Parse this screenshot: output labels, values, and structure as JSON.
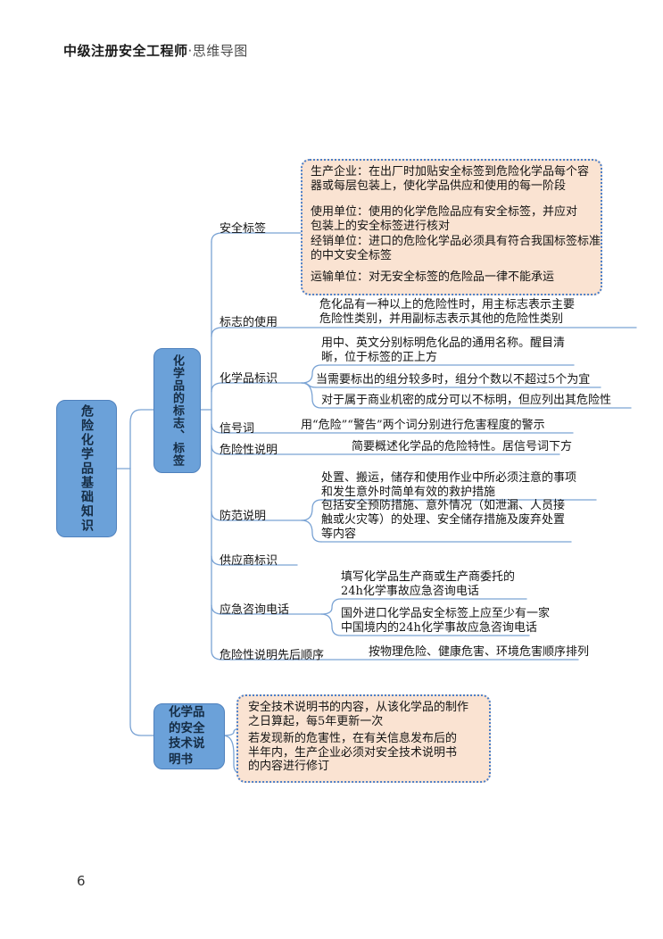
{
  "header": {
    "bold": "中级注册安全工程师",
    "rest": "·思维导图"
  },
  "page_number": "6",
  "root": {
    "label": "危险化学品基础知识"
  },
  "branches": [
    {
      "label": "化学品的标志、标签",
      "children": [
        {
          "label": "安全标签",
          "items": [
            "生产企业：在出厂时加贴安全标签到危险化学品每个容器或每层包装上，使化学品供应和使用的每一阶段",
            "使用单位：使用的化学危险品应有安全标签，并应对包装上的安全标签进行核对",
            "经销单位：进口的危险化学品必须具有符合我国标签标准的中文安全标签",
            "运输单位：对无安全标签的危险品一律不能承运"
          ]
        },
        {
          "label": "标志的使用",
          "items": [
            "危化品有一种以上的危险性时，用主标志表示主要危险性类别，并用副标志表示其他的危险性类别"
          ]
        },
        {
          "label": "化学品标识",
          "items": [
            "用中、英文分别标明危化品的通用名称。醒目清晰，位于标签的正上方",
            "当需要标出的组分较多时，组分个数以不超过5个为宜",
            "对于属于商业机密的成分可以不标明，但应列出其危险性"
          ]
        },
        {
          "label": "信号词",
          "items": [
            "用“危险”“警告”两个词分别进行危害程度的警示"
          ]
        },
        {
          "label": "危险性说明",
          "items": [
            "简要概述化学品的危险特性。居信号词下方"
          ]
        },
        {
          "label": "防范说明",
          "items": [
            "处置、搬运，储存和使用作业中所必须注意的事项和发生意外时简单有效的救护措施",
            "包括安全预防措施、意外情况（如泄漏、人员接触或火灾等）的处理、安全储存措施及废弃处置等内容"
          ]
        },
        {
          "label": "供应商标识",
          "items": []
        },
        {
          "label": "应急咨询电话",
          "items": [
            "填写化学品生产商或生产商委托的24h化学事故应急咨询电话",
            "国外进口化学品安全标签上应至少有一家中国境内的24h化学事故应急咨询电话"
          ]
        },
        {
          "label": "危险性说明先后顺序",
          "items": [
            "按物理危险、健康危害、环境危害顺序排列"
          ]
        }
      ]
    },
    {
      "label": "化学品的安全技术说明书",
      "items": [
        "安全技术说明书的内容，从该化学品的制作之日算起，每5年更新一次",
        "若发现新的危害性，在有关信息发布后的半年内，生产企业必须对安全技术说明书的内容进行修订"
      ]
    }
  ],
  "colors": {
    "node_fill": "#6BA1D9",
    "node_border": "#4F81BD",
    "line": "#7AA3D4",
    "item_line": "#4576C4",
    "container_fill": "#FAE3D2",
    "container_border": "#4C7FC8"
  }
}
